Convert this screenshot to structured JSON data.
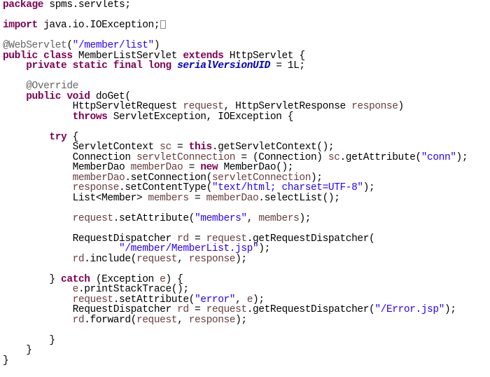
{
  "editor": {
    "language": "java",
    "colors": {
      "keyword": "#7f0055",
      "string": "#2a00ff",
      "annotation": "#646464",
      "static_field": "#0000c0",
      "local_variable": "#6a3e3e",
      "plain": "#000000"
    },
    "lines": [
      [
        {
          "t": "kw",
          "v": "package"
        },
        {
          "t": "plain",
          "v": " spms.servlets;"
        }
      ],
      [],
      [
        {
          "t": "kw",
          "v": "import"
        },
        {
          "t": "plain",
          "v": " java.io.IOException;"
        },
        {
          "t": "fold",
          "v": ""
        }
      ],
      [],
      [
        {
          "t": "ann",
          "v": "@WebServlet"
        },
        {
          "t": "plain",
          "v": "("
        },
        {
          "t": "str",
          "v": "\"/member/list\""
        },
        {
          "t": "plain",
          "v": ")"
        }
      ],
      [
        {
          "t": "kw",
          "v": "public class"
        },
        {
          "t": "plain",
          "v": " MemberListServlet "
        },
        {
          "t": "kw",
          "v": "extends"
        },
        {
          "t": "plain",
          "v": " HttpServlet {"
        }
      ],
      [
        {
          "t": "plain",
          "v": "    "
        },
        {
          "t": "kw",
          "v": "private static final long"
        },
        {
          "t": "plain",
          "v": " "
        },
        {
          "t": "fld",
          "v": "serialVersionUID"
        },
        {
          "t": "plain",
          "v": " = 1L;"
        }
      ],
      [],
      [
        {
          "t": "plain",
          "v": "    "
        },
        {
          "t": "ann",
          "v": "@Override"
        }
      ],
      [
        {
          "t": "plain",
          "v": "    "
        },
        {
          "t": "kw",
          "v": "public void"
        },
        {
          "t": "plain",
          "v": " doGet("
        }
      ],
      [
        {
          "t": "plain",
          "v": "            HttpServletRequest "
        },
        {
          "t": "var",
          "v": "request"
        },
        {
          "t": "plain",
          "v": ", HttpServletResponse "
        },
        {
          "t": "var",
          "v": "response"
        },
        {
          "t": "plain",
          "v": ")"
        }
      ],
      [
        {
          "t": "plain",
          "v": "            "
        },
        {
          "t": "kw",
          "v": "throws"
        },
        {
          "t": "plain",
          "v": " ServletException, IOException {"
        }
      ],
      [],
      [
        {
          "t": "plain",
          "v": "        "
        },
        {
          "t": "kw",
          "v": "try"
        },
        {
          "t": "plain",
          "v": " {"
        }
      ],
      [
        {
          "t": "plain",
          "v": "            ServletContext "
        },
        {
          "t": "var",
          "v": "sc"
        },
        {
          "t": "plain",
          "v": " = "
        },
        {
          "t": "kw",
          "v": "this"
        },
        {
          "t": "plain",
          "v": ".getServletContext();"
        }
      ],
      [
        {
          "t": "plain",
          "v": "            Connection "
        },
        {
          "t": "var",
          "v": "servletConnection"
        },
        {
          "t": "plain",
          "v": " = (Connection) "
        },
        {
          "t": "var",
          "v": "sc"
        },
        {
          "t": "plain",
          "v": ".getAttribute("
        },
        {
          "t": "str",
          "v": "\"conn\""
        },
        {
          "t": "plain",
          "v": ");"
        }
      ],
      [
        {
          "t": "plain",
          "v": "            MemberDao "
        },
        {
          "t": "var",
          "v": "memberDao"
        },
        {
          "t": "plain",
          "v": " = "
        },
        {
          "t": "kw",
          "v": "new"
        },
        {
          "t": "plain",
          "v": " MemberDao();"
        }
      ],
      [
        {
          "t": "plain",
          "v": "            "
        },
        {
          "t": "var",
          "v": "memberDao"
        },
        {
          "t": "plain",
          "v": ".setConnection("
        },
        {
          "t": "var",
          "v": "servletConnection"
        },
        {
          "t": "plain",
          "v": ");"
        }
      ],
      [
        {
          "t": "plain",
          "v": "            "
        },
        {
          "t": "var",
          "v": "response"
        },
        {
          "t": "plain",
          "v": ".setContentType("
        },
        {
          "t": "str",
          "v": "\"text/html; charset=UTF-8\""
        },
        {
          "t": "plain",
          "v": ");"
        }
      ],
      [
        {
          "t": "plain",
          "v": "            List<Member> "
        },
        {
          "t": "var",
          "v": "members"
        },
        {
          "t": "plain",
          "v": " = "
        },
        {
          "t": "var",
          "v": "memberDao"
        },
        {
          "t": "plain",
          "v": ".selectList();"
        }
      ],
      [],
      [
        {
          "t": "plain",
          "v": "            "
        },
        {
          "t": "var",
          "v": "request"
        },
        {
          "t": "plain",
          "v": ".setAttribute("
        },
        {
          "t": "str",
          "v": "\"members\""
        },
        {
          "t": "plain",
          "v": ", "
        },
        {
          "t": "var",
          "v": "members"
        },
        {
          "t": "plain",
          "v": ");"
        }
      ],
      [],
      [
        {
          "t": "plain",
          "v": "            RequestDispatcher "
        },
        {
          "t": "var",
          "v": "rd"
        },
        {
          "t": "plain",
          "v": " = "
        },
        {
          "t": "var",
          "v": "request"
        },
        {
          "t": "plain",
          "v": ".getRequestDispatcher("
        }
      ],
      [
        {
          "t": "plain",
          "v": "                    "
        },
        {
          "t": "str",
          "v": "\"/member/MemberList.jsp\""
        },
        {
          "t": "plain",
          "v": ");"
        }
      ],
      [
        {
          "t": "plain",
          "v": "            "
        },
        {
          "t": "var",
          "v": "rd"
        },
        {
          "t": "plain",
          "v": ".include("
        },
        {
          "t": "var",
          "v": "request"
        },
        {
          "t": "plain",
          "v": ", "
        },
        {
          "t": "var",
          "v": "response"
        },
        {
          "t": "plain",
          "v": ");"
        }
      ],
      [],
      [
        {
          "t": "plain",
          "v": "        } "
        },
        {
          "t": "kw",
          "v": "catch"
        },
        {
          "t": "plain",
          "v": " (Exception "
        },
        {
          "t": "var",
          "v": "e"
        },
        {
          "t": "plain",
          "v": ") {"
        }
      ],
      [
        {
          "t": "plain",
          "v": "            "
        },
        {
          "t": "var",
          "v": "e"
        },
        {
          "t": "plain",
          "v": ".printStackTrace();"
        }
      ],
      [
        {
          "t": "plain",
          "v": "            "
        },
        {
          "t": "var",
          "v": "request"
        },
        {
          "t": "plain",
          "v": ".setAttribute("
        },
        {
          "t": "str",
          "v": "\"error\""
        },
        {
          "t": "plain",
          "v": ", "
        },
        {
          "t": "var",
          "v": "e"
        },
        {
          "t": "plain",
          "v": ");"
        }
      ],
      [
        {
          "t": "plain",
          "v": "            RequestDispatcher "
        },
        {
          "t": "var",
          "v": "rd"
        },
        {
          "t": "plain",
          "v": " = "
        },
        {
          "t": "var",
          "v": "request"
        },
        {
          "t": "plain",
          "v": ".getRequestDispatcher("
        },
        {
          "t": "str",
          "v": "\"/Error.jsp\""
        },
        {
          "t": "plain",
          "v": ");"
        }
      ],
      [
        {
          "t": "plain",
          "v": "            "
        },
        {
          "t": "var",
          "v": "rd"
        },
        {
          "t": "plain",
          "v": ".forward("
        },
        {
          "t": "var",
          "v": "request"
        },
        {
          "t": "plain",
          "v": ", "
        },
        {
          "t": "var",
          "v": "response"
        },
        {
          "t": "plain",
          "v": ");"
        }
      ],
      [],
      [
        {
          "t": "plain",
          "v": "        }"
        }
      ],
      [
        {
          "t": "plain",
          "v": "    }"
        }
      ],
      [
        {
          "t": "plain",
          "v": "}"
        }
      ]
    ]
  }
}
